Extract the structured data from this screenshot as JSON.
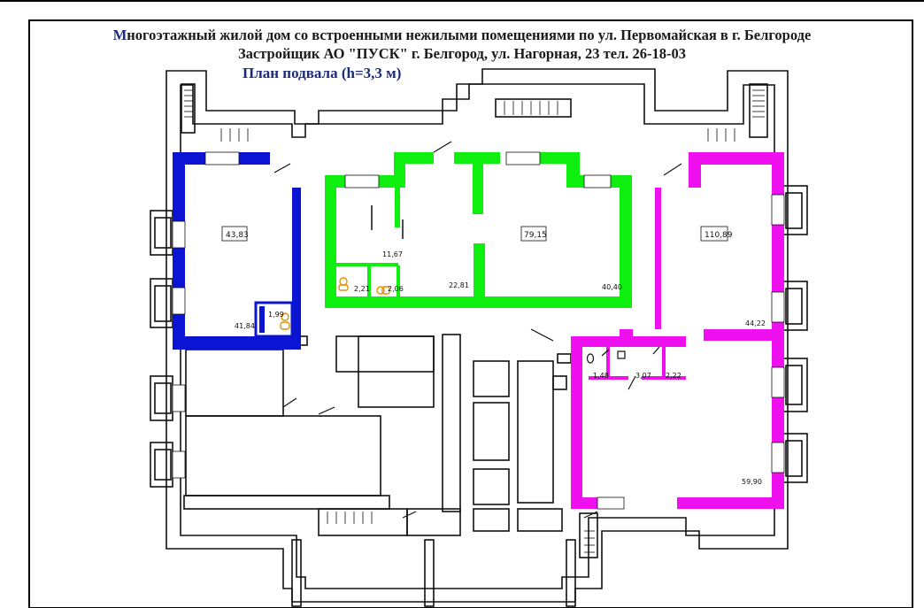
{
  "header": {
    "title_prefix": "М",
    "title_rest": "ногоэтажный жилой дом со встроенными нежилыми помещениями по ул. Первомайская в г. Белгороде",
    "developer": "Застройщик АО \"ПУСК\" г. Белгород, ул. Нагорная, 23 тел. 26-18-03",
    "plan": "План подвала (h=3,3 м)"
  },
  "colors": {
    "blue_zone": "#0a14d2",
    "green_zone": "#0fef0f",
    "magenta_zone": "#ef10ef",
    "wall": "#111111",
    "fixture": "#e09000"
  },
  "rooms": {
    "blue_total": "43,83",
    "blue_main": "41,84",
    "blue_wc": "1,99",
    "green_total": "79,15",
    "green_small": "11,67",
    "green_wc1": "2,21",
    "green_wc2": "2,06",
    "green_left": "22,81",
    "green_right": "40,40",
    "magenta_total": "110,89",
    "magenta_upper": "44,22",
    "magenta_wc1": "1,48",
    "magenta_wc2": "3,07",
    "magenta_wc3": "2,22",
    "magenta_lower": "59,90"
  }
}
